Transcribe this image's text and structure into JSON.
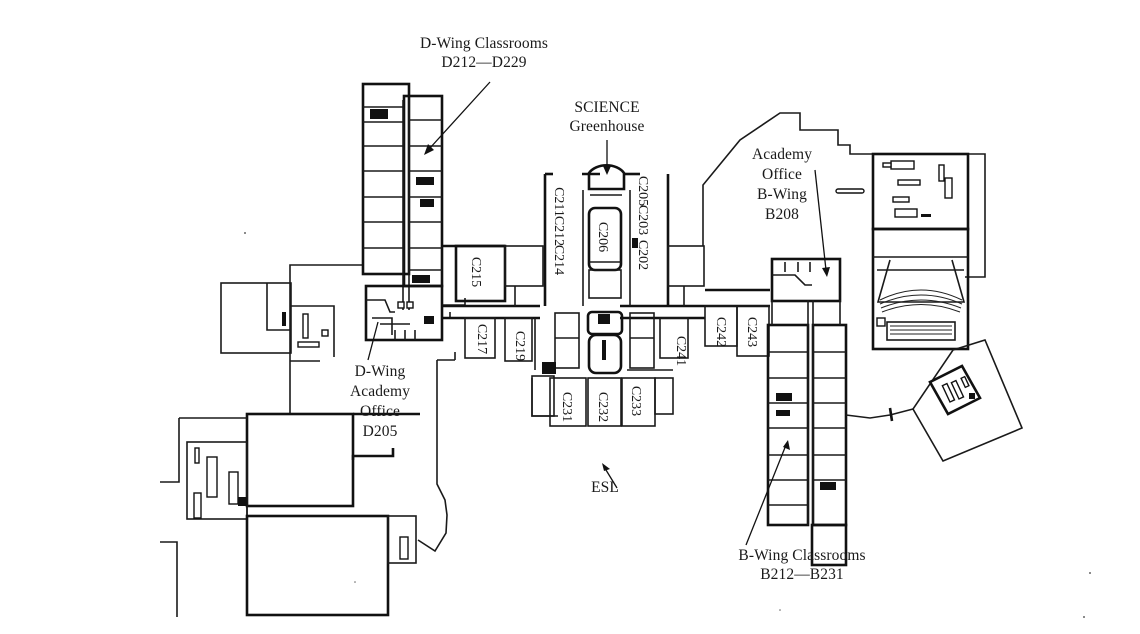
{
  "map": {
    "type": "floor-plan",
    "style": "scanned black-and-white architectural line drawing",
    "colors": {
      "background": "#ffffff",
      "ink": "#111111"
    },
    "callouts": [
      {
        "id": "d-wing-classrooms",
        "lines": [
          "D-Wing Classrooms",
          "D212—D229"
        ]
      },
      {
        "id": "science-greenhouse",
        "lines": [
          "SCIENCE",
          "Greenhouse"
        ]
      },
      {
        "id": "academy-office-b-wing",
        "lines": [
          "Academy",
          "Office",
          "B-Wing",
          "B208"
        ]
      },
      {
        "id": "d-wing-academy-office",
        "lines": [
          "D-Wing",
          "Academy",
          "Office",
          "D205"
        ]
      },
      {
        "id": "esl",
        "lines": [
          "ESL"
        ]
      },
      {
        "id": "b-wing-classrooms",
        "lines": [
          "B-Wing Classrooms",
          "B212—B231"
        ]
      }
    ],
    "room_labels": [
      "C211",
      "C212",
      "C214",
      "C206",
      "C205",
      "C203",
      "C202",
      "C215",
      "C217",
      "C219",
      "C241",
      "C242",
      "C243",
      "C231",
      "C232",
      "C233"
    ]
  }
}
